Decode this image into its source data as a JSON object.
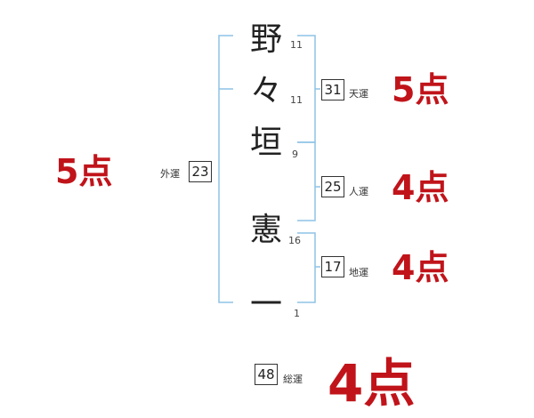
{
  "name": {
    "chars": [
      {
        "char": "野",
        "strokes": "11"
      },
      {
        "char": "々",
        "strokes": "11"
      },
      {
        "char": "垣",
        "strokes": "9"
      },
      {
        "char": "憲",
        "strokes": "16"
      },
      {
        "char": "一",
        "strokes": "1"
      }
    ]
  },
  "fortunes": {
    "gaiun": {
      "value": "23",
      "label": "外運",
      "score": "5点"
    },
    "tenun": {
      "value": "31",
      "label": "天運",
      "score": "5点"
    },
    "jinun": {
      "value": "25",
      "label": "人運",
      "score": "4点"
    },
    "chiun": {
      "value": "17",
      "label": "地運",
      "score": "4点"
    },
    "souun": {
      "value": "48",
      "label": "総運",
      "score": "4点"
    }
  },
  "colors": {
    "bracket": "#8ec3e6",
    "score": "#c0141a",
    "text": "#222222"
  }
}
